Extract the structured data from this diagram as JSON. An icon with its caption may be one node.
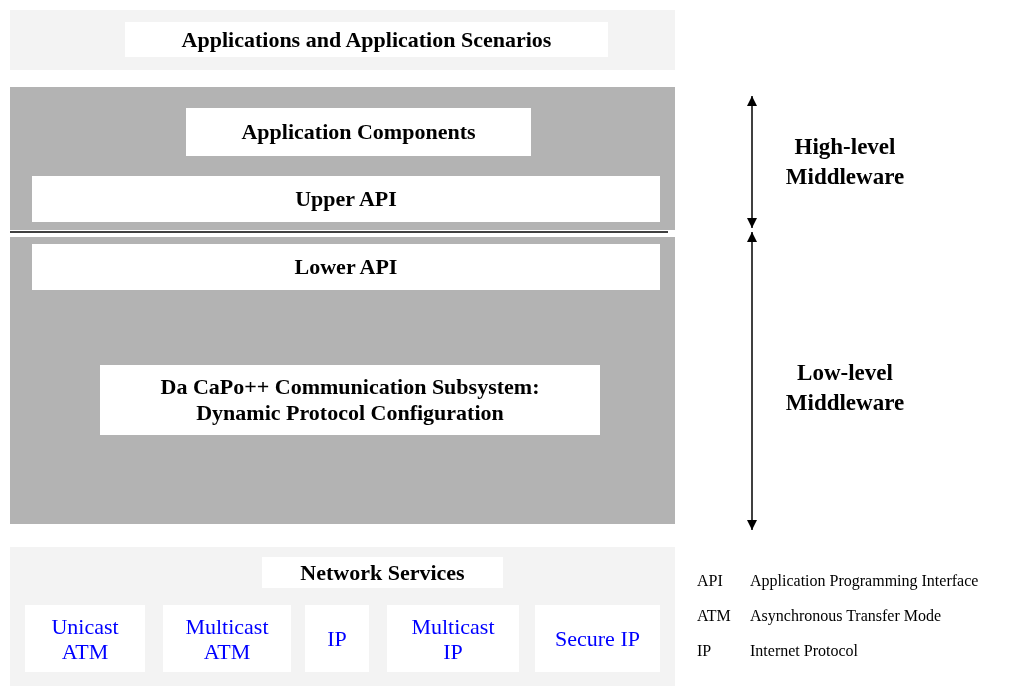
{
  "diagram": {
    "nodes": [
      {
        "text": [],
        "shape": "box"
      },
      {
        "text": [
          "Applications and Application Scenarios"
        ],
        "in": 0
      },
      {
        "text": [],
        "shape": "box"
      },
      {
        "text": [
          "Application Components"
        ],
        "in": 2
      },
      {
        "text": [
          "Upper API"
        ],
        "in": 2
      },
      {
        "text": [],
        "shape": "box"
      },
      {
        "text": [
          "Lower API"
        ],
        "in": 5
      },
      {
        "text": [
          "Da CaPo++ Communication Subsystem: Dynamic Protocol Configuration"
        ],
        "in": 5
      },
      {
        "text": [],
        "shape": "box"
      },
      {
        "text": [
          "Network Services"
        ],
        "in": 8
      },
      {
        "text": [
          "Unicast ATM"
        ],
        "in": 8
      },
      {
        "text": [
          "Multicast ATM"
        ],
        "in": 8
      },
      {
        "text": [
          "IP"
        ],
        "in": 8
      },
      {
        "text": [
          "Multicast IP"
        ],
        "in": 8
      },
      {
        "text": [
          "Secure IP"
        ],
        "in": 8
      }
    ],
    "edges": [],
    "labels": [
      "High-level Middleware",
      "Low-level Middleware",
      "API",
      "Application Programming Interface",
      "ATM",
      "Asynchronous Transfer Mode",
      "IP",
      "Internet Protocol"
    ]
  }
}
